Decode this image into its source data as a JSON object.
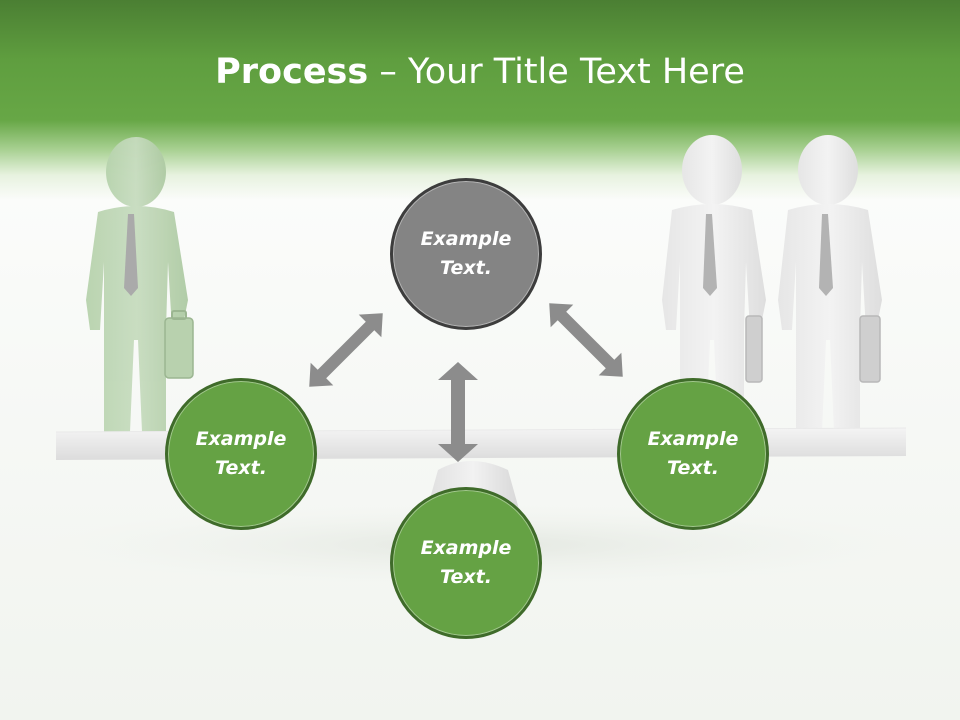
{
  "slide": {
    "title_bold": "Process",
    "title_rest": " – Your Title Text Here"
  },
  "nodes": [
    {
      "id": "top",
      "line1": "Example",
      "line2": "Text.",
      "color": "#848484"
    },
    {
      "id": "left",
      "line1": "Example",
      "line2": "Text.",
      "color": "#65a244"
    },
    {
      "id": "right",
      "line1": "Example",
      "line2": "Text.",
      "color": "#65a244"
    },
    {
      "id": "bottom",
      "line1": "Example",
      "line2": "Text.",
      "color": "#65a244"
    }
  ],
  "colors": {
    "header_green": "#5f9e3f",
    "node_green": "#65a244",
    "node_green_border": "#3f6b2a",
    "node_gray": "#848484",
    "arrow_gray": "#8c8c8c"
  }
}
